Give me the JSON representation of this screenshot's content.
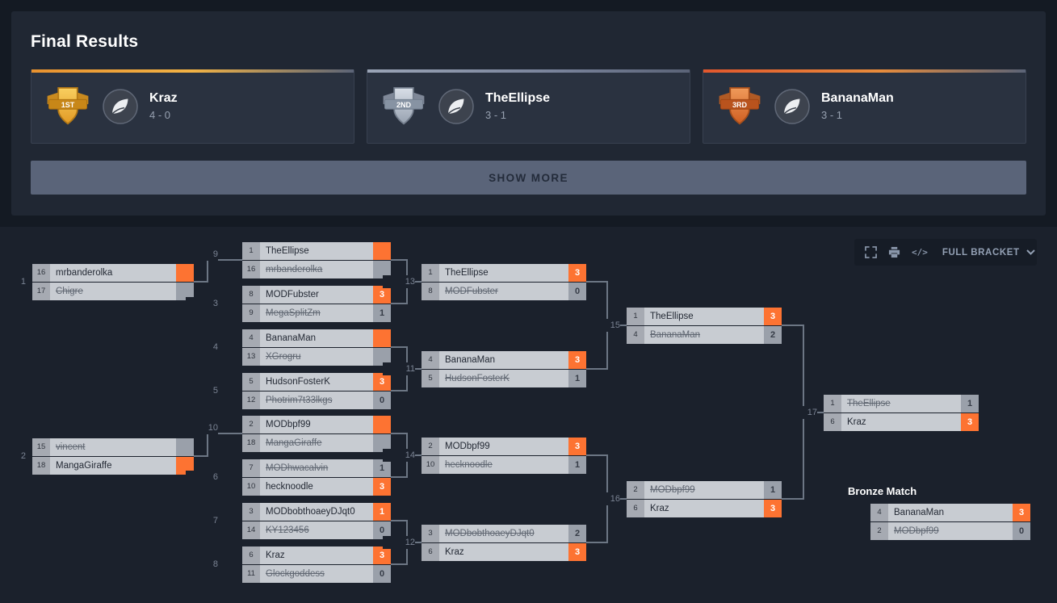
{
  "final_results": {
    "title": "Final Results",
    "show_more_label": "SHOW MORE",
    "podium": [
      {
        "place": "1ST",
        "name": "Kraz",
        "record": "4 - 0"
      },
      {
        "place": "2ND",
        "name": "TheEllipse",
        "record": "3 - 1"
      },
      {
        "place": "3RD",
        "name": "BananaMan",
        "record": "3 - 1"
      }
    ]
  },
  "toolbar": {
    "view_label": "FULL BRACKET"
  },
  "bracket": {
    "bronze_title": "Bronze Match",
    "matches": [
      {
        "id": "1",
        "label": "1",
        "players": [
          {
            "seed": "16",
            "name": "mrbanderolka",
            "score": "",
            "winner": true
          },
          {
            "seed": "17",
            "name": "Chigre",
            "score": "",
            "winner": false
          }
        ]
      },
      {
        "id": "2",
        "label": "2",
        "players": [
          {
            "seed": "15",
            "name": "vincent",
            "score": "",
            "winner": false
          },
          {
            "seed": "18",
            "name": "MangaGiraffe",
            "score": "",
            "winner": true
          }
        ]
      },
      {
        "id": "9",
        "label": "9",
        "players": [
          {
            "seed": "1",
            "name": "TheEllipse",
            "score": "",
            "winner": true
          },
          {
            "seed": "16",
            "name": "mrbanderolka",
            "score": "",
            "winner": false
          }
        ]
      },
      {
        "id": "3",
        "label": "3",
        "players": [
          {
            "seed": "8",
            "name": "MODFubster",
            "score": "3",
            "winner": true
          },
          {
            "seed": "9",
            "name": "MegaSplitZm",
            "score": "1",
            "winner": false
          }
        ]
      },
      {
        "id": "4",
        "label": "4",
        "players": [
          {
            "seed": "4",
            "name": "BananaMan",
            "score": "",
            "winner": true
          },
          {
            "seed": "13",
            "name": "XGrogru",
            "score": "",
            "winner": false
          }
        ]
      },
      {
        "id": "5",
        "label": "5",
        "players": [
          {
            "seed": "5",
            "name": "HudsonFosterK",
            "score": "3",
            "winner": true
          },
          {
            "seed": "12",
            "name": "Photrim7t33lkgs",
            "score": "0",
            "winner": false
          }
        ]
      },
      {
        "id": "10",
        "label": "10",
        "players": [
          {
            "seed": "2",
            "name": "MODbpf99",
            "score": "",
            "winner": true
          },
          {
            "seed": "18",
            "name": "MangaGiraffe",
            "score": "",
            "winner": false
          }
        ]
      },
      {
        "id": "6",
        "label": "6",
        "players": [
          {
            "seed": "7",
            "name": "MODhwacalvin",
            "score": "1",
            "winner": false
          },
          {
            "seed": "10",
            "name": "hecknoodle",
            "score": "3",
            "winner": true
          }
        ]
      },
      {
        "id": "7",
        "label": "7",
        "players": [
          {
            "seed": "3",
            "name": "MODbobthoaeyDJqt0",
            "score": "1",
            "winner": true
          },
          {
            "seed": "14",
            "name": "KY123456",
            "score": "0",
            "winner": false
          }
        ]
      },
      {
        "id": "8",
        "label": "8",
        "players": [
          {
            "seed": "6",
            "name": "Kraz",
            "score": "3",
            "winner": true
          },
          {
            "seed": "11",
            "name": "Glockgoddess",
            "score": "0",
            "winner": false
          }
        ]
      },
      {
        "id": "13",
        "label": "13",
        "players": [
          {
            "seed": "1",
            "name": "TheEllipse",
            "score": "3",
            "winner": true
          },
          {
            "seed": "8",
            "name": "MODFubster",
            "score": "0",
            "winner": false
          }
        ]
      },
      {
        "id": "11",
        "label": "11",
        "players": [
          {
            "seed": "4",
            "name": "BananaMan",
            "score": "3",
            "winner": true
          },
          {
            "seed": "5",
            "name": "HudsonFosterK",
            "score": "1",
            "winner": false
          }
        ]
      },
      {
        "id": "14",
        "label": "14",
        "players": [
          {
            "seed": "2",
            "name": "MODbpf99",
            "score": "3",
            "winner": true
          },
          {
            "seed": "10",
            "name": "hecknoodle",
            "score": "1",
            "winner": false
          }
        ]
      },
      {
        "id": "12",
        "label": "12",
        "players": [
          {
            "seed": "3",
            "name": "MODbobthoaeyDJqt0",
            "score": "2",
            "winner": false
          },
          {
            "seed": "6",
            "name": "Kraz",
            "score": "3",
            "winner": true
          }
        ]
      },
      {
        "id": "15",
        "label": "15",
        "players": [
          {
            "seed": "1",
            "name": "TheEllipse",
            "score": "3",
            "winner": true
          },
          {
            "seed": "4",
            "name": "BananaMan",
            "score": "2",
            "winner": false
          }
        ]
      },
      {
        "id": "16",
        "label": "16",
        "players": [
          {
            "seed": "2",
            "name": "MODbpf99",
            "score": "1",
            "winner": false
          },
          {
            "seed": "6",
            "name": "Kraz",
            "score": "3",
            "winner": true
          }
        ]
      },
      {
        "id": "17",
        "label": "17",
        "players": [
          {
            "seed": "1",
            "name": "TheEllipse",
            "score": "1",
            "winner": false
          },
          {
            "seed": "6",
            "name": "Kraz",
            "score": "3",
            "winner": true
          }
        ]
      },
      {
        "id": "B",
        "label": "",
        "players": [
          {
            "seed": "4",
            "name": "BananaMan",
            "score": "3",
            "winner": true
          },
          {
            "seed": "2",
            "name": "MODbpf99",
            "score": "0",
            "winner": false
          }
        ]
      }
    ]
  },
  "colors": {
    "winner_score_bg": "#fd7332",
    "loser_score_bg": "#9aa0aa",
    "row_bg": "#c8ccd2",
    "seed_bg": "#a6aab2",
    "accent_first": "#f0a13e",
    "accent_second": "#8a93a5",
    "accent_third": "#e2633a",
    "show_more_bg": "#5a6479",
    "panel_bg": "#202733",
    "bracket_bg": "#1b212c",
    "connector": "#6c7684"
  }
}
